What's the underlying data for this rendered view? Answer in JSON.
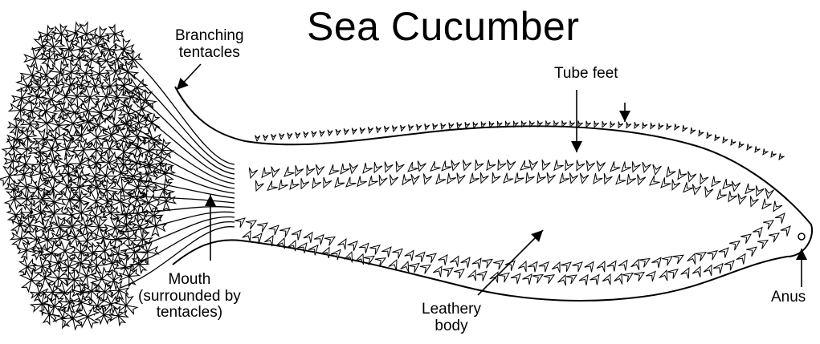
{
  "title": "Sea Cucumber",
  "labels": {
    "branching": [
      "Branching",
      "tentacles"
    ],
    "tube_feet": "Tube feet",
    "mouth": [
      "Mouth",
      "(surrounded by",
      "tentacles)"
    ],
    "leathery": [
      "Leathery",
      "body"
    ],
    "anus": "Anus"
  },
  "colors": {
    "ink": "#000000",
    "background": "#ffffff"
  }
}
